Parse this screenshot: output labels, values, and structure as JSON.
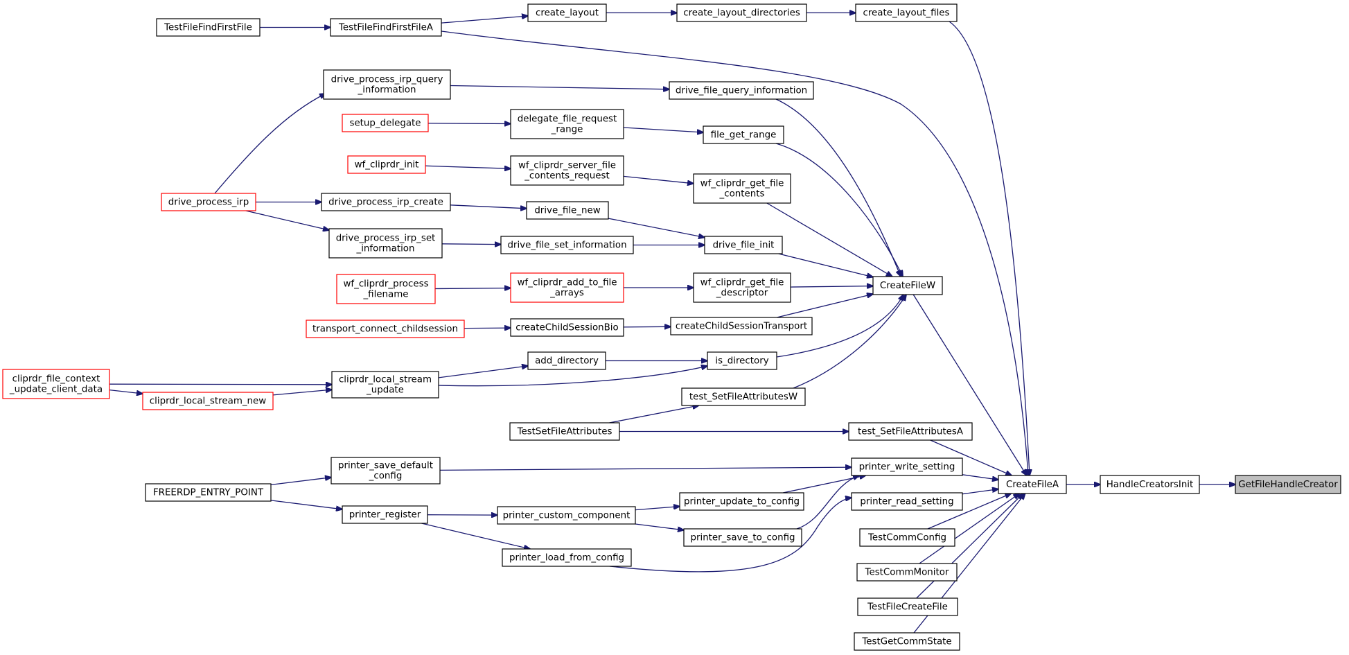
{
  "graph": {
    "colors": {
      "edge": "#191970",
      "border_default": "#000000",
      "border_truncated": "#ff0000",
      "target_fill": "#bfbfbf"
    },
    "nodes": [
      {
        "id": "GetFileHandleCreator",
        "lines": [
          "GetFileHandleCreator"
        ],
        "style": "target"
      },
      {
        "id": "HandleCreatorsInit",
        "lines": [
          "HandleCreatorsInit"
        ],
        "style": "normal"
      },
      {
        "id": "CreateFileA",
        "lines": [
          "CreateFileA"
        ],
        "style": "normal"
      },
      {
        "id": "create_layout_files",
        "lines": [
          "create_layout_files"
        ],
        "style": "normal"
      },
      {
        "id": "create_layout_directories",
        "lines": [
          "create_layout_directories"
        ],
        "style": "normal"
      },
      {
        "id": "create_layout",
        "lines": [
          "create_layout"
        ],
        "style": "normal"
      },
      {
        "id": "TestFileFindFirstFileA",
        "lines": [
          "TestFileFindFirstFileA"
        ],
        "style": "normal"
      },
      {
        "id": "TestFileFindFirstFile",
        "lines": [
          "TestFileFindFirstFile"
        ],
        "style": "normal"
      },
      {
        "id": "CreateFileW",
        "lines": [
          "CreateFileW"
        ],
        "style": "normal"
      },
      {
        "id": "drive_file_query_information",
        "lines": [
          "drive_file_query_information"
        ],
        "style": "normal"
      },
      {
        "id": "drive_process_irp_query_information",
        "lines": [
          "drive_process_irp_query",
          "_information"
        ],
        "style": "normal"
      },
      {
        "id": "drive_process_irp",
        "lines": [
          "drive_process_irp"
        ],
        "style": "red"
      },
      {
        "id": "file_get_range",
        "lines": [
          "file_get_range"
        ],
        "style": "normal"
      },
      {
        "id": "delegate_file_request_range",
        "lines": [
          "delegate_file_request",
          "_range"
        ],
        "style": "normal"
      },
      {
        "id": "setup_delegate",
        "lines": [
          "setup_delegate"
        ],
        "style": "red"
      },
      {
        "id": "wf_cliprdr_get_file_contents",
        "lines": [
          "wf_cliprdr_get_file",
          "_contents"
        ],
        "style": "normal"
      },
      {
        "id": "wf_cliprdr_server_file_contents_request",
        "lines": [
          "wf_cliprdr_server_file",
          "_contents_request"
        ],
        "style": "normal"
      },
      {
        "id": "wf_cliprdr_init",
        "lines": [
          "wf_cliprdr_init"
        ],
        "style": "red"
      },
      {
        "id": "drive_file_init",
        "lines": [
          "drive_file_init"
        ],
        "style": "normal"
      },
      {
        "id": "drive_file_new",
        "lines": [
          "drive_file_new"
        ],
        "style": "normal"
      },
      {
        "id": "drive_process_irp_create",
        "lines": [
          "drive_process_irp_create"
        ],
        "style": "normal"
      },
      {
        "id": "drive_file_set_information",
        "lines": [
          "drive_file_set_information"
        ],
        "style": "normal"
      },
      {
        "id": "drive_process_irp_set_information",
        "lines": [
          "drive_process_irp_set",
          "_information"
        ],
        "style": "normal"
      },
      {
        "id": "wf_cliprdr_get_file_descriptor",
        "lines": [
          "wf_cliprdr_get_file",
          "_descriptor"
        ],
        "style": "normal"
      },
      {
        "id": "wf_cliprdr_add_to_file_arrays",
        "lines": [
          "wf_cliprdr_add_to_file",
          "_arrays"
        ],
        "style": "red"
      },
      {
        "id": "wf_cliprdr_process_filename",
        "lines": [
          "wf_cliprdr_process",
          "_filename"
        ],
        "style": "red"
      },
      {
        "id": "createChildSessionTransport",
        "lines": [
          "createChildSessionTransport"
        ],
        "style": "normal"
      },
      {
        "id": "createChildSessionBio",
        "lines": [
          "createChildSessionBio"
        ],
        "style": "normal"
      },
      {
        "id": "transport_connect_childsession",
        "lines": [
          "transport_connect_childsession"
        ],
        "style": "red"
      },
      {
        "id": "is_directory",
        "lines": [
          "is_directory"
        ],
        "style": "normal"
      },
      {
        "id": "add_directory",
        "lines": [
          "add_directory"
        ],
        "style": "normal"
      },
      {
        "id": "cliprdr_local_stream_update",
        "lines": [
          "cliprdr_local_stream",
          "_update"
        ],
        "style": "normal"
      },
      {
        "id": "cliprdr_file_context_update_client_data",
        "lines": [
          "cliprdr_file_context",
          "_update_client_data"
        ],
        "style": "red"
      },
      {
        "id": "cliprdr_local_stream_new",
        "lines": [
          "cliprdr_local_stream_new"
        ],
        "style": "red"
      },
      {
        "id": "test_SetFileAttributesW",
        "lines": [
          "test_SetFileAttributesW"
        ],
        "style": "normal"
      },
      {
        "id": "TestSetFileAttributes",
        "lines": [
          "TestSetFileAttributes"
        ],
        "style": "normal"
      },
      {
        "id": "test_SetFileAttributesA",
        "lines": [
          "test_SetFileAttributesA"
        ],
        "style": "normal"
      },
      {
        "id": "printer_write_setting",
        "lines": [
          "printer_write_setting"
        ],
        "style": "normal"
      },
      {
        "id": "printer_save_default_config",
        "lines": [
          "printer_save_default",
          "_config"
        ],
        "style": "normal"
      },
      {
        "id": "FREERDP_ENTRY_POINT",
        "lines": [
          "FREERDP_ENTRY_POINT"
        ],
        "style": "normal"
      },
      {
        "id": "printer_register",
        "lines": [
          "printer_register"
        ],
        "style": "normal"
      },
      {
        "id": "printer_update_to_config",
        "lines": [
          "printer_update_to_config"
        ],
        "style": "normal"
      },
      {
        "id": "printer_custom_component",
        "lines": [
          "printer_custom_component"
        ],
        "style": "normal"
      },
      {
        "id": "printer_save_to_config",
        "lines": [
          "printer_save_to_config"
        ],
        "style": "normal"
      },
      {
        "id": "printer_read_setting",
        "lines": [
          "printer_read_setting"
        ],
        "style": "normal"
      },
      {
        "id": "printer_load_from_config",
        "lines": [
          "printer_load_from_config"
        ],
        "style": "normal"
      },
      {
        "id": "TestCommConfig",
        "lines": [
          "TestCommConfig"
        ],
        "style": "normal"
      },
      {
        "id": "TestCommMonitor",
        "lines": [
          "TestCommMonitor"
        ],
        "style": "normal"
      },
      {
        "id": "TestFileCreateFile",
        "lines": [
          "TestFileCreateFile"
        ],
        "style": "normal"
      },
      {
        "id": "TestGetCommState",
        "lines": [
          "TestGetCommState"
        ],
        "style": "normal"
      }
    ],
    "edges": [
      {
        "from": "HandleCreatorsInit",
        "to": "GetFileHandleCreator"
      },
      {
        "from": "CreateFileA",
        "to": "HandleCreatorsInit"
      },
      {
        "from": "create_layout_files",
        "to": "CreateFileA"
      },
      {
        "from": "create_layout_directories",
        "to": "create_layout_files"
      },
      {
        "from": "create_layout",
        "to": "create_layout_directories"
      },
      {
        "from": "TestFileFindFirstFileA",
        "to": "create_layout"
      },
      {
        "from": "TestFileFindFirstFile",
        "to": "TestFileFindFirstFileA"
      },
      {
        "from": "TestFileFindFirstFileA",
        "to": "CreateFileA"
      },
      {
        "from": "CreateFileW",
        "to": "CreateFileA"
      },
      {
        "from": "drive_file_query_information",
        "to": "CreateFileW"
      },
      {
        "from": "drive_process_irp_query_information",
        "to": "drive_file_query_information"
      },
      {
        "from": "drive_process_irp",
        "to": "drive_process_irp_query_information"
      },
      {
        "from": "file_get_range",
        "to": "CreateFileW"
      },
      {
        "from": "delegate_file_request_range",
        "to": "file_get_range"
      },
      {
        "from": "setup_delegate",
        "to": "delegate_file_request_range"
      },
      {
        "from": "wf_cliprdr_get_file_contents",
        "to": "CreateFileW"
      },
      {
        "from": "wf_cliprdr_server_file_contents_request",
        "to": "wf_cliprdr_get_file_contents"
      },
      {
        "from": "wf_cliprdr_init",
        "to": "wf_cliprdr_server_file_contents_request"
      },
      {
        "from": "drive_file_init",
        "to": "CreateFileW"
      },
      {
        "from": "drive_file_new",
        "to": "drive_file_init"
      },
      {
        "from": "drive_process_irp_create",
        "to": "drive_file_new"
      },
      {
        "from": "drive_process_irp",
        "to": "drive_process_irp_create"
      },
      {
        "from": "drive_file_set_information",
        "to": "drive_file_init"
      },
      {
        "from": "drive_process_irp_set_information",
        "to": "drive_file_set_information"
      },
      {
        "from": "drive_process_irp",
        "to": "drive_process_irp_set_information"
      },
      {
        "from": "wf_cliprdr_get_file_descriptor",
        "to": "CreateFileW"
      },
      {
        "from": "wf_cliprdr_add_to_file_arrays",
        "to": "wf_cliprdr_get_file_descriptor"
      },
      {
        "from": "wf_cliprdr_process_filename",
        "to": "wf_cliprdr_add_to_file_arrays"
      },
      {
        "from": "createChildSessionTransport",
        "to": "CreateFileW"
      },
      {
        "from": "createChildSessionBio",
        "to": "createChildSessionTransport"
      },
      {
        "from": "transport_connect_childsession",
        "to": "createChildSessionBio"
      },
      {
        "from": "is_directory",
        "to": "CreateFileW"
      },
      {
        "from": "add_directory",
        "to": "is_directory"
      },
      {
        "from": "cliprdr_local_stream_update",
        "to": "add_directory"
      },
      {
        "from": "cliprdr_local_stream_update",
        "to": "is_directory"
      },
      {
        "from": "cliprdr_file_context_update_client_data",
        "to": "cliprdr_local_stream_update"
      },
      {
        "from": "cliprdr_file_context_update_client_data",
        "to": "cliprdr_local_stream_new"
      },
      {
        "from": "cliprdr_local_stream_new",
        "to": "cliprdr_local_stream_update"
      },
      {
        "from": "test_SetFileAttributesW",
        "to": "CreateFileW"
      },
      {
        "from": "TestSetFileAttributes",
        "to": "test_SetFileAttributesW"
      },
      {
        "from": "TestSetFileAttributes",
        "to": "test_SetFileAttributesA"
      },
      {
        "from": "test_SetFileAttributesA",
        "to": "CreateFileA"
      },
      {
        "from": "printer_write_setting",
        "to": "CreateFileA"
      },
      {
        "from": "printer_save_default_config",
        "to": "printer_write_setting"
      },
      {
        "from": "FREERDP_ENTRY_POINT",
        "to": "printer_save_default_config"
      },
      {
        "from": "FREERDP_ENTRY_POINT",
        "to": "printer_register"
      },
      {
        "from": "printer_register",
        "to": "printer_custom_component"
      },
      {
        "from": "printer_register",
        "to": "printer_load_from_config"
      },
      {
        "from": "printer_custom_component",
        "to": "printer_update_to_config"
      },
      {
        "from": "printer_custom_component",
        "to": "printer_save_to_config"
      },
      {
        "from": "printer_update_to_config",
        "to": "printer_write_setting"
      },
      {
        "from": "printer_save_to_config",
        "to": "printer_write_setting"
      },
      {
        "from": "printer_load_from_config",
        "to": "printer_read_setting"
      },
      {
        "from": "printer_read_setting",
        "to": "CreateFileA"
      },
      {
        "from": "TestCommConfig",
        "to": "CreateFileA"
      },
      {
        "from": "TestCommMonitor",
        "to": "CreateFileA"
      },
      {
        "from": "TestFileCreateFile",
        "to": "CreateFileA"
      },
      {
        "from": "TestGetCommState",
        "to": "CreateFileA"
      }
    ]
  }
}
